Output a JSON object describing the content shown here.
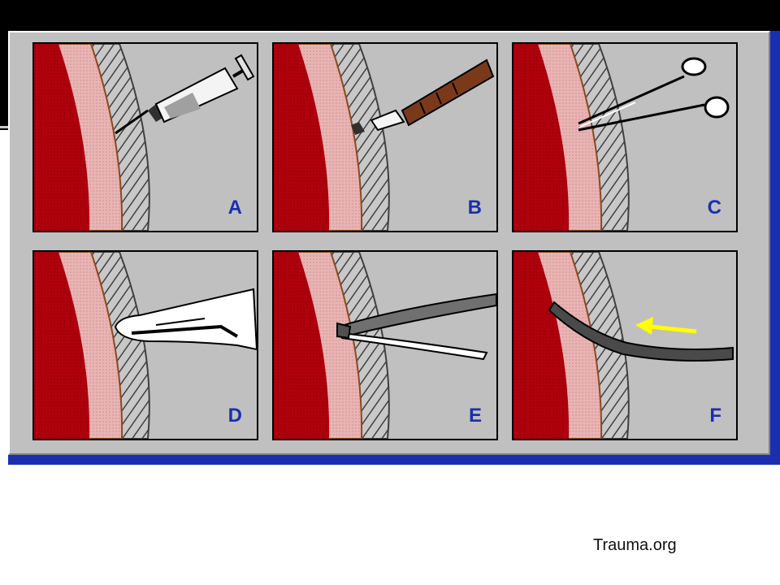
{
  "panels": [
    {
      "letter": "A",
      "instrument": "syringe"
    },
    {
      "letter": "B",
      "instrument": "scalpel"
    },
    {
      "letter": "C",
      "instrument": "curved-clamp"
    },
    {
      "letter": "D",
      "instrument": "gloved-finger"
    },
    {
      "letter": "E",
      "instrument": "clamp-guiding-tube"
    },
    {
      "letter": "F",
      "instrument": "chest-tube-inserted"
    }
  ],
  "credit": "Trauma.org",
  "colors": {
    "background": "#c0c0c0",
    "lung": "#b0000c",
    "pleura": "#e8b4b4",
    "chest_wall_hatch": "#606060",
    "letters": "#1a2fb0",
    "arrow": "#ffff00",
    "frame_accent": "#1a2fb0"
  }
}
